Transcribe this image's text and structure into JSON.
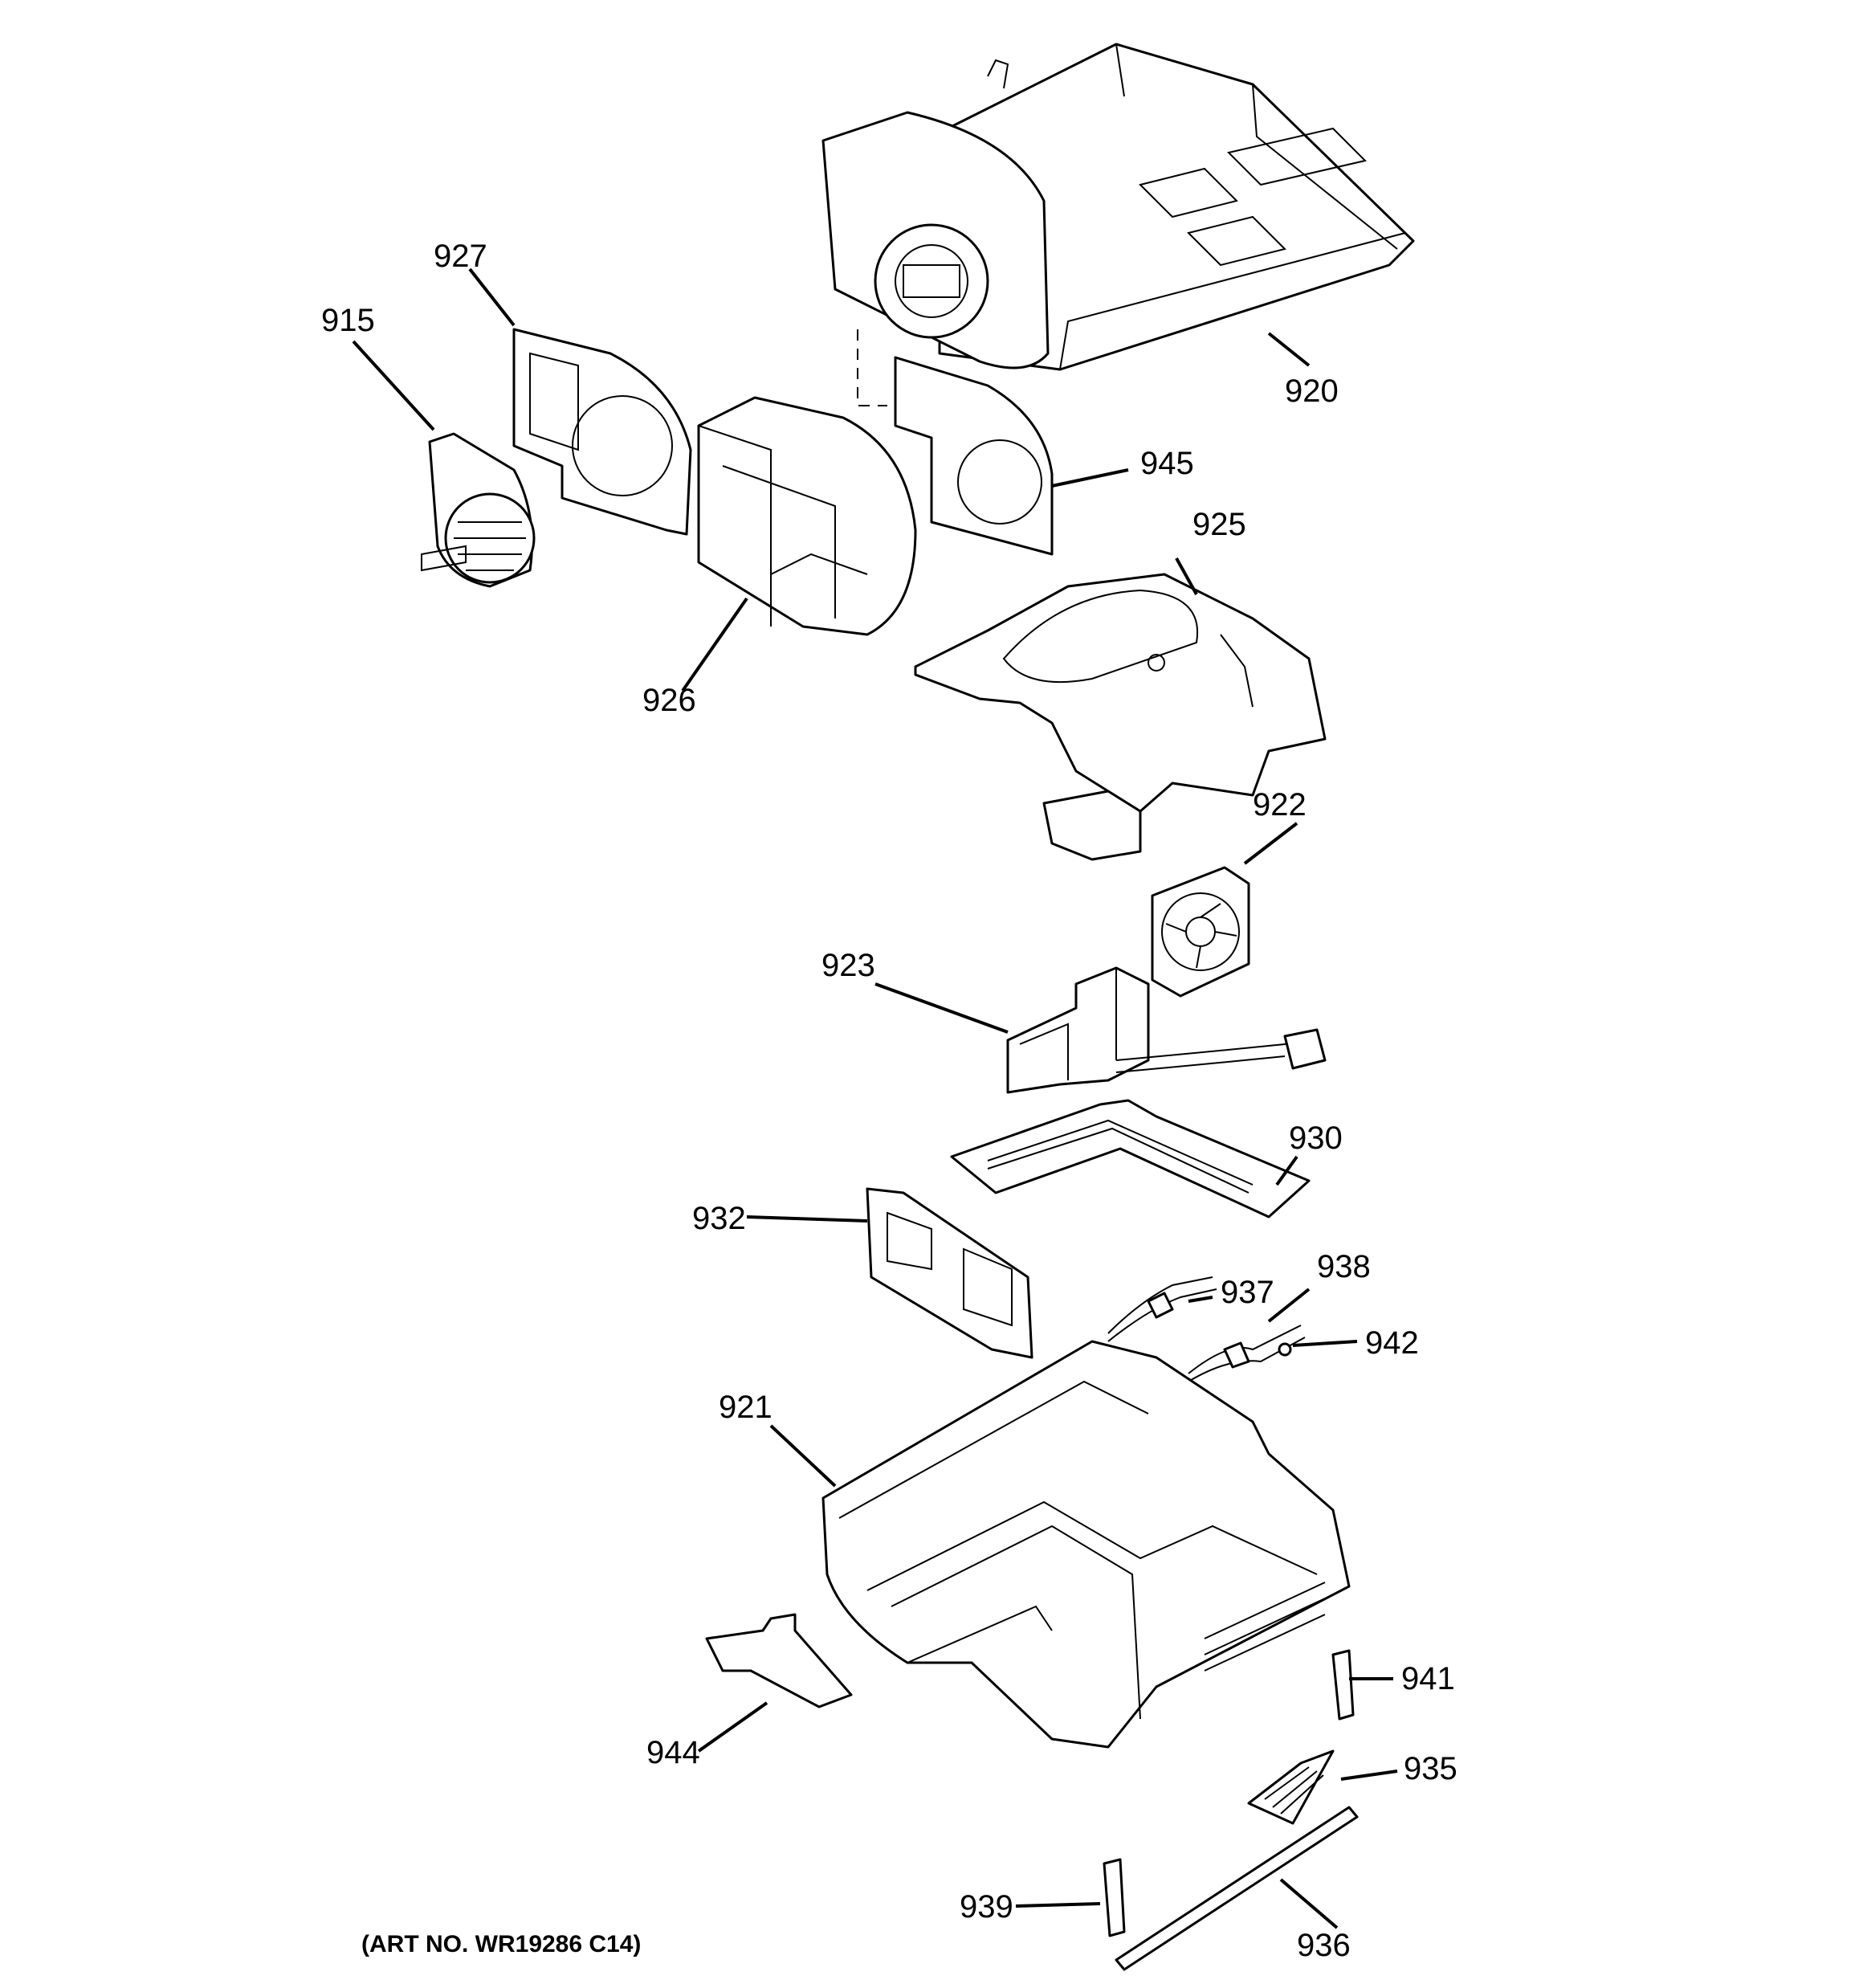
{
  "diagram": {
    "callouts": {
      "c915": "915",
      "c927": "927",
      "c920": "920",
      "c945": "945",
      "c925": "925",
      "c926": "926",
      "c922": "922",
      "c923": "923",
      "c930": "930",
      "c932": "932",
      "c937": "937",
      "c938": "938",
      "c942": "942",
      "c921": "921",
      "c941": "941",
      "c944": "944",
      "c935": "935",
      "c939": "939",
      "c936": "936"
    },
    "art_number": "(ART NO. WR19286 C14)"
  }
}
